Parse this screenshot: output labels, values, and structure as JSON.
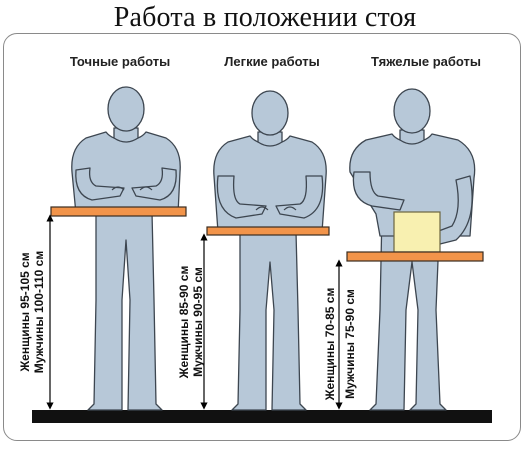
{
  "title": "Работа в положении стоя",
  "columns": [
    {
      "label": "Точные работы",
      "women": "Женщины 95-105 см",
      "men": "Мужчины 100-110 см"
    },
    {
      "label": "Легкие работы",
      "women": "Женщины 85-90 см",
      "men": "Мужчины 90-95 см"
    },
    {
      "label": "Тяжелые работы",
      "women": "Женщины 70-85 см",
      "men": "Мужчины 75-90 см"
    }
  ],
  "colors": {
    "figure": "#b7c8d8",
    "outline": "#3d4650",
    "table": "#f2944a",
    "box": "#f8f0b0",
    "floor": "#111111"
  }
}
